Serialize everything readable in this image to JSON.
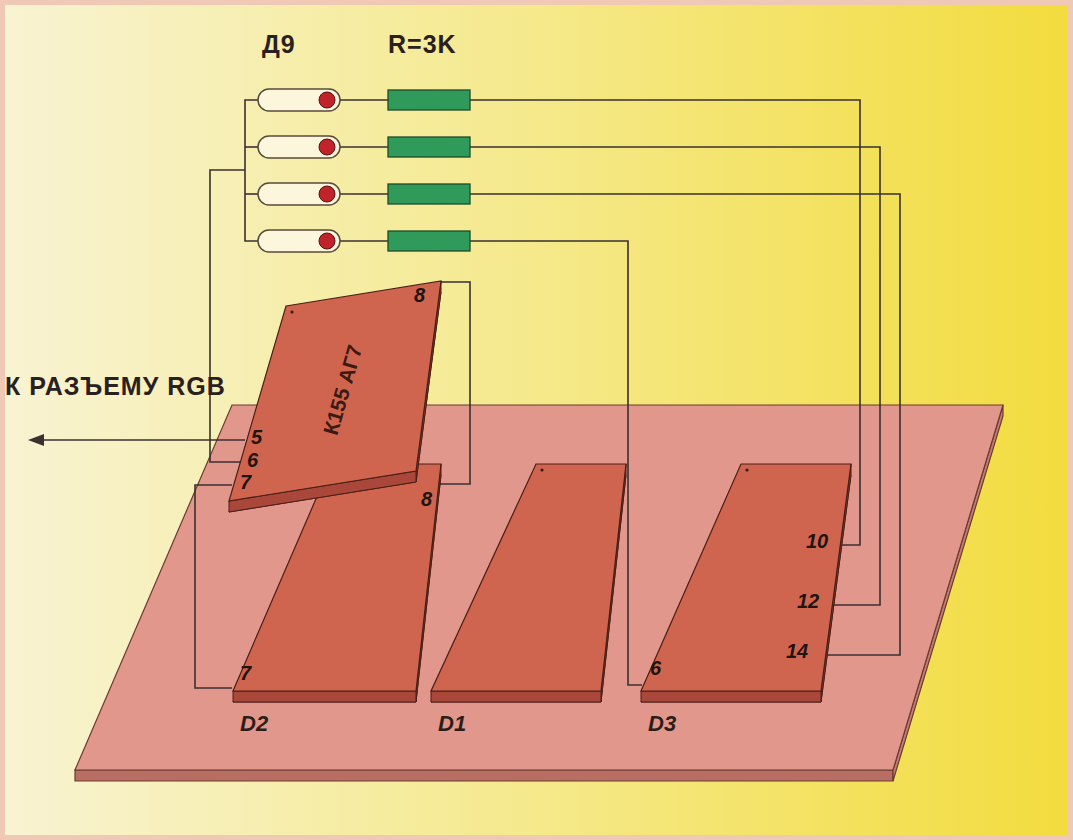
{
  "diagram": {
    "nodes": [
      {
        "text": [
          "К155 АГ7"
        ]
      },
      {
        "text": [
          "D2"
        ]
      },
      {
        "text": [
          "D1"
        ]
      },
      {
        "text": [
          "D3"
        ]
      }
    ],
    "edges": [
      {
        "from": 0,
        "to": 1,
        "arrow": "none"
      },
      {
        "from": 0,
        "to": 1,
        "arrow": "none"
      }
    ],
    "labels": [
      "Д9",
      "R=3K",
      "К РАЗЪЕМУ RGB",
      "8",
      "5",
      "6",
      "7",
      "8",
      "7",
      "6",
      "10",
      "12",
      "14"
    ]
  }
}
